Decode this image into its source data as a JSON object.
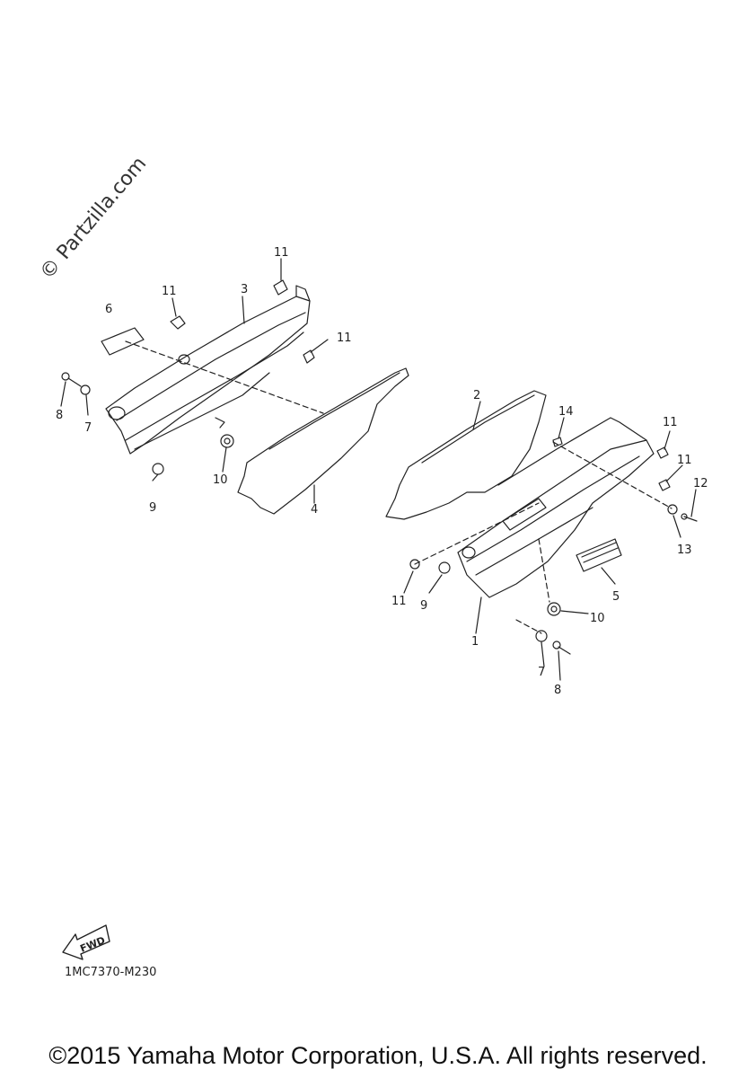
{
  "watermark": "© Partzilla.com",
  "diagram_code": "1MC7370-M230",
  "fwd_label": "FWD",
  "copyright": "©2015 Yamaha Motor Corporation, U.S.A. All rights reserved.",
  "labels": {
    "l11a": "11",
    "l11b": "11",
    "l11c": "11",
    "l3": "3",
    "l6": "6",
    "l8a": "8",
    "l7a": "7",
    "l9a": "9",
    "l10a": "10",
    "l4": "4",
    "l2": "2",
    "l14": "14",
    "l11d": "11",
    "l11e": "11",
    "l12": "12",
    "l13": "13",
    "l11f": "11",
    "l9b": "9",
    "l5": "5",
    "l10b": "10",
    "l1": "1",
    "l7b": "7",
    "l8b": "8"
  }
}
